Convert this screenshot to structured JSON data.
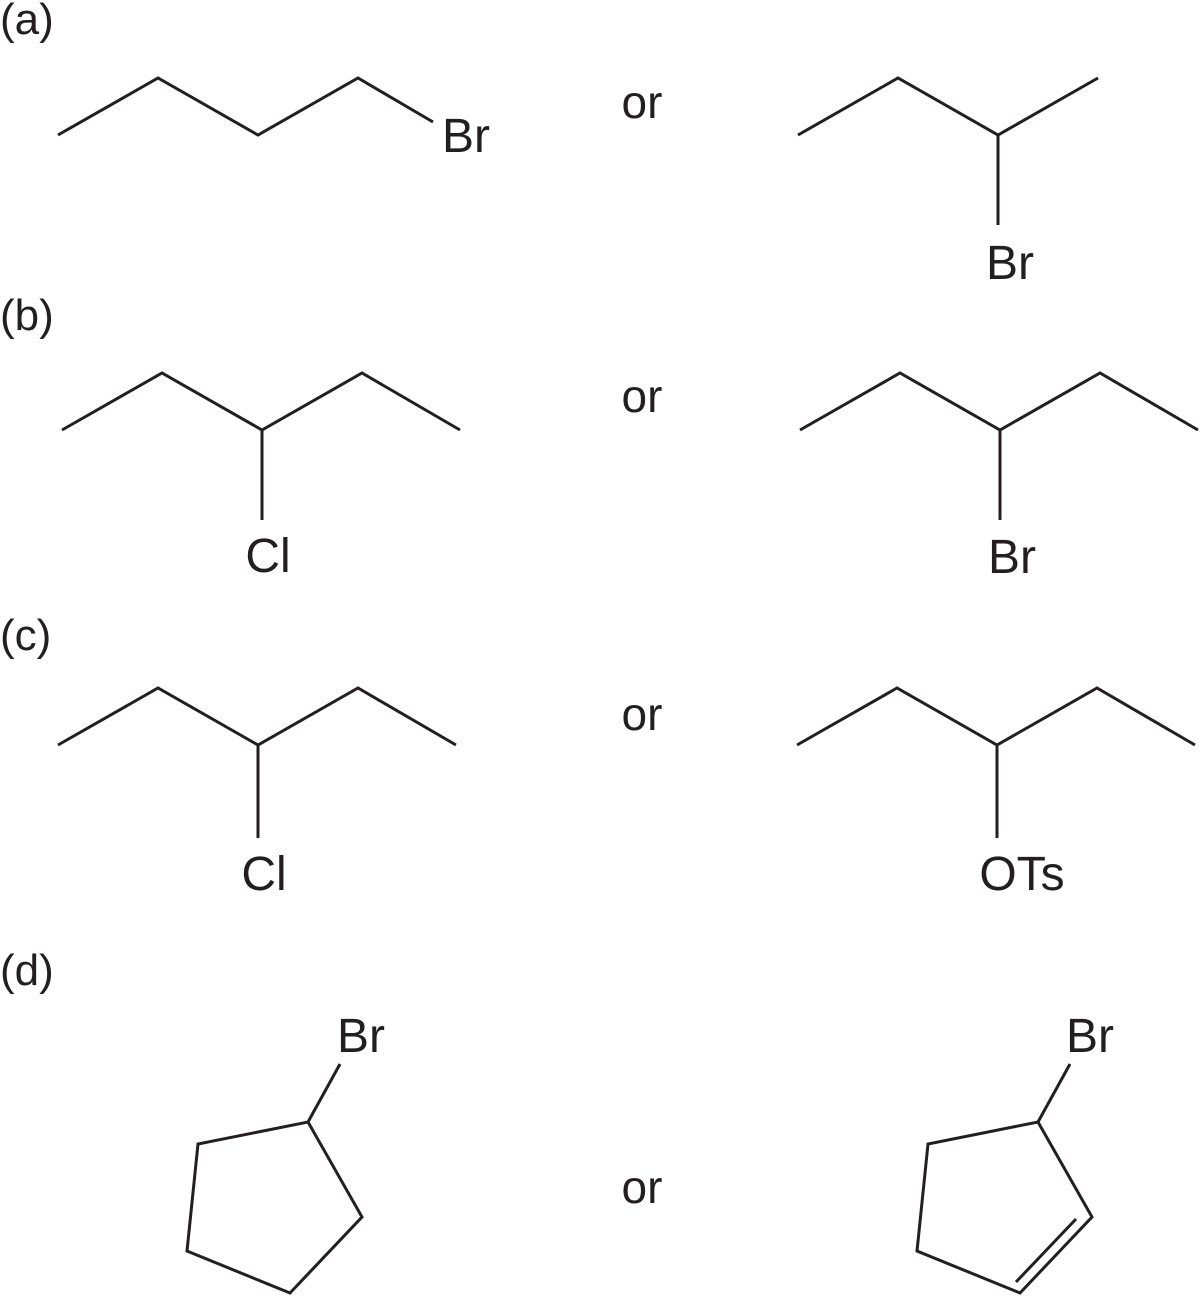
{
  "problems": [
    {
      "label": "(a)",
      "connector": "or",
      "left_substituent": "Br",
      "right_substituent": "Br"
    },
    {
      "label": "(b)",
      "connector": "or",
      "left_substituent": "Cl",
      "right_substituent": "Br"
    },
    {
      "label": "(c)",
      "connector": "or",
      "left_substituent": "Cl",
      "right_substituent": "OTs"
    },
    {
      "label": "(d)",
      "connector": "or",
      "left_substituent": "Br",
      "right_substituent": "Br"
    }
  ],
  "colors": {
    "ink": "#231f20",
    "background": "#ffffff"
  }
}
